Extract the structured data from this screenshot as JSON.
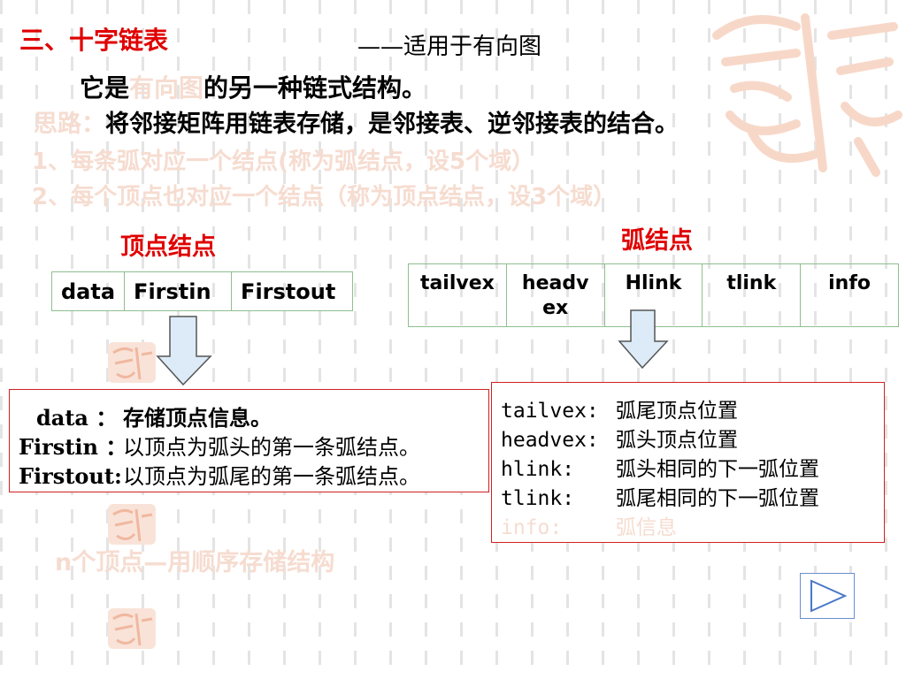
{
  "header": {
    "title": "三、十字链表",
    "subtitle": "——适用于有向图"
  },
  "intro": {
    "prefix": "它是",
    "highlight": "有向图",
    "suffix": "的另一种链式结构。"
  },
  "idea": {
    "label": "思路：",
    "text": "将邻接矩阵用链表存储，是邻接表、逆邻接表的结合。"
  },
  "points": [
    "1、每条弧对应一个结点(称为弧结点，设5个域）",
    "2、每个顶点也对应一个结点（称为顶点结点，设3个域）"
  ],
  "vertex_node": {
    "label": "顶点结点",
    "fields": [
      "data",
      "Firstin",
      "Firstout"
    ],
    "descriptions": [
      {
        "key": "data   ：",
        "value": "存储顶点信息。"
      },
      {
        "key": "Firstin ：",
        "value": "以顶点为弧头的第一条弧结点。"
      },
      {
        "key": "Firstout:",
        "value": "以顶点为弧尾的第一条弧结点。"
      }
    ]
  },
  "arc_node": {
    "label": "弧结点",
    "fields": [
      "tailvex",
      "headvex",
      "Hlink",
      "tlink",
      "info"
    ],
    "descriptions": [
      {
        "key": "tailvex:",
        "value": "弧尾顶点位置"
      },
      {
        "key": "headvex:",
        "value": "弧头顶点位置"
      },
      {
        "key": "hlink:",
        "value": "弧头相同的下一弧位置"
      },
      {
        "key": "tlink:",
        "value": "弧尾相同的下一弧位置"
      },
      {
        "key": "info:",
        "value": "弧信息"
      }
    ]
  },
  "footer_note": "n个顶点—用顺序存储结构",
  "colors": {
    "accent": "#e00000",
    "faint": "#f6dcd0",
    "table_border": "#8fbf8f",
    "box_border": "#d02020",
    "arrow_fill": "#dcebf7"
  },
  "icons": {
    "nav": "play-triangle-icon",
    "decor": "seal-decoration-icon"
  }
}
